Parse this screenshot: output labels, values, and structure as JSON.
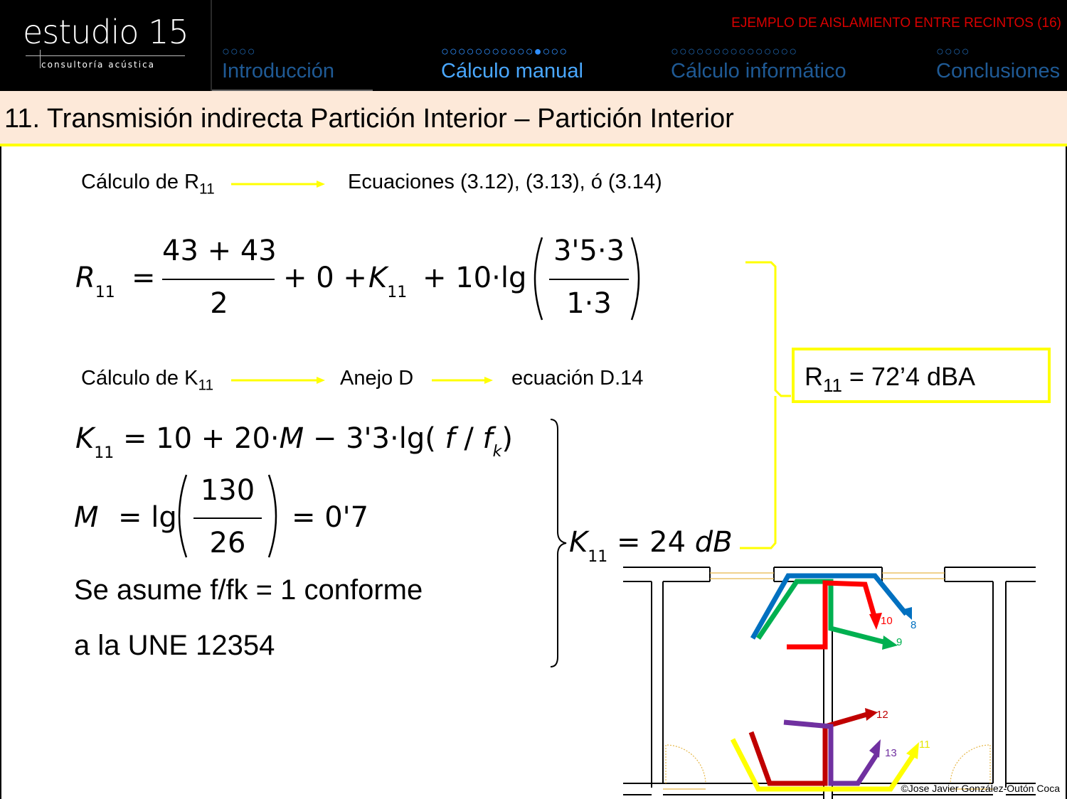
{
  "header": {
    "logo_main": "estudio 15",
    "logo_sub": "consultoría acústica",
    "example_title": "EJEMPLO DE AISLAMIENTO ENTRE RECINTOS (16)",
    "sections": [
      {
        "dots": "○○○○",
        "label": "Introducción"
      },
      {
        "dots": "○○○○○○○○○○○●○○○",
        "label": "Cálculo manual"
      },
      {
        "dots": "○○○○○○○○○○○○○○○",
        "label": "Cálculo informático"
      },
      {
        "dots": "○○○○",
        "label": "Conclusiones"
      }
    ],
    "active_section": 1
  },
  "page_title": "11. Transmisión indirecta Partición Interior – Partición Interior",
  "steps": {
    "r11_label": "Cálculo de R",
    "r11_sub": "11",
    "r11_target": "Ecuaciones (3.12), (3.13), ó (3.14)",
    "k11_label": "Cálculo de K",
    "k11_sub": "11",
    "k11_target1": "Anejo D",
    "k11_target2": "ecuación D.14"
  },
  "equations": {
    "r11": {
      "lhs": "R",
      "sub": "11",
      "num": "43 + 43",
      "den": "2",
      "mid": "+ 0 +",
      "k": "K",
      "ksub": "11",
      "tail": "+ 10·lg",
      "log_num": "3'5·3",
      "log_den": "1·3"
    },
    "k11": {
      "lhs": "K",
      "sub": "11",
      "rhs": "= 10 + 20·",
      "m": "M",
      "rest": " − 3'3·lg( ",
      "f": "f",
      "slash": " / ",
      "fk": "f",
      "fk_sub": "k",
      "close": ")"
    },
    "m": {
      "lhs": "M",
      "eq": "= lg",
      "num": "130",
      "den": "26",
      "result": "= 0'7"
    },
    "assume1": "Se asume   f/fk  = 1 conforme",
    "assume2": "a la UNE  12354",
    "k_result": {
      "lhs": "K",
      "sub": "11",
      "rhs": "= 24 ",
      "unit": "dB"
    }
  },
  "result": {
    "label": "R",
    "sub": "11",
    "value": " = 72’4 dBA"
  },
  "diagram": {
    "paths": [
      {
        "label": "8",
        "color": "#0070c0"
      },
      {
        "label": "9",
        "color": "#00b050"
      },
      {
        "label": "10",
        "color": "#ff0000"
      },
      {
        "label": "11",
        "color": "#ffff00"
      },
      {
        "label": "12",
        "color": "#c00000"
      },
      {
        "label": "13",
        "color": "#7030a0"
      }
    ]
  },
  "copyright": "©Jose Javier González-Outón Coca",
  "colors": {
    "accent_yellow": "#ffff00",
    "title_bg": "#fde9d9",
    "nav_blue": "#1f5a95",
    "nav_active": "#4aa8ff",
    "example_red": "#d80000"
  }
}
